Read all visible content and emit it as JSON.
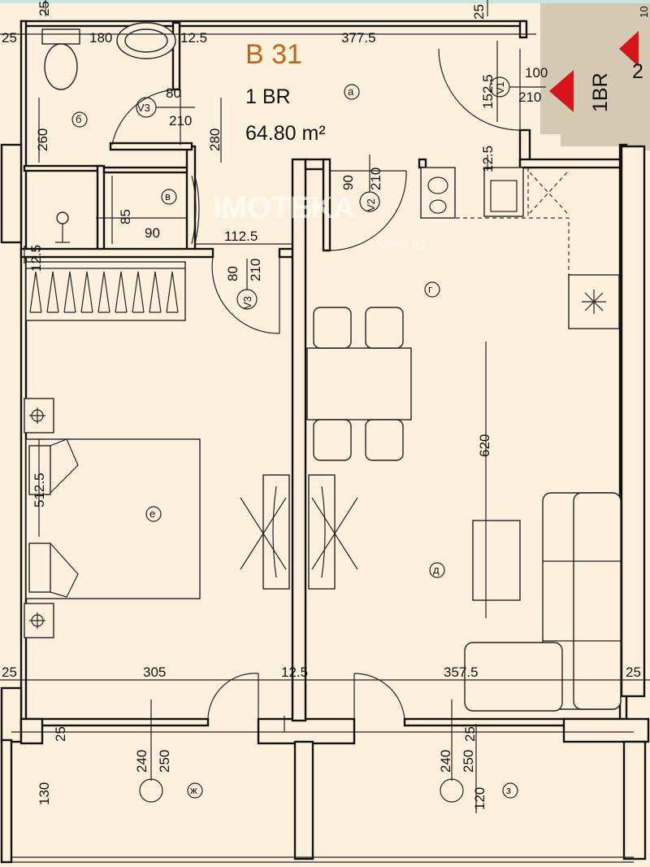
{
  "apartment": {
    "name": "B 31",
    "type": "1 BR",
    "area": "64.80 m²"
  },
  "neighbor_label": "1BR",
  "neighbor_partial": "2",
  "neighbor_top_partial": "10",
  "watermark": {
    "brand": "IMOTEKA",
    "url": "imoteka.bg"
  },
  "rooms": {
    "a": "а",
    "b": "б",
    "v": "в",
    "g": "г",
    "d": "д",
    "e": "е",
    "zh": "ж",
    "z": "з"
  },
  "doors": {
    "v1": {
      "code": "V1",
      "w": "100",
      "h": "210"
    },
    "v2": {
      "code": "V2",
      "w": "90",
      "h": "210"
    },
    "v3a": {
      "code": "V3",
      "w": "80",
      "h": "210"
    },
    "v3b": {
      "code": "V3",
      "w": "80",
      "h": "210"
    }
  },
  "dimensions": {
    "top_wall_left": "25",
    "top_wall_right": "25",
    "left_wall": "25",
    "bath_width": "180",
    "bath_partition": "12.5",
    "hall_width": "377.5",
    "entry_depth": "152.5",
    "bath_height": "260",
    "hall_height": "280",
    "kitchen_partition": "12.5",
    "storage_height": "85",
    "storage_width": "90",
    "corridor_width": "112.5",
    "wardrobe_partition": "12.5",
    "living_height": "620",
    "bedroom_height": "512.5",
    "bedroom_width": "305",
    "middle_partition": "12.5",
    "living_width": "357.5",
    "left_bottom": "25",
    "right_bottom": "25",
    "balcony_wall_left": "25",
    "balcony_wall_right": "25",
    "balcony1_dims": [
      "240",
      "250"
    ],
    "balcony2_dims": [
      "240",
      "250"
    ],
    "balcony_depth": "130",
    "balcony2_depth": "120"
  }
}
